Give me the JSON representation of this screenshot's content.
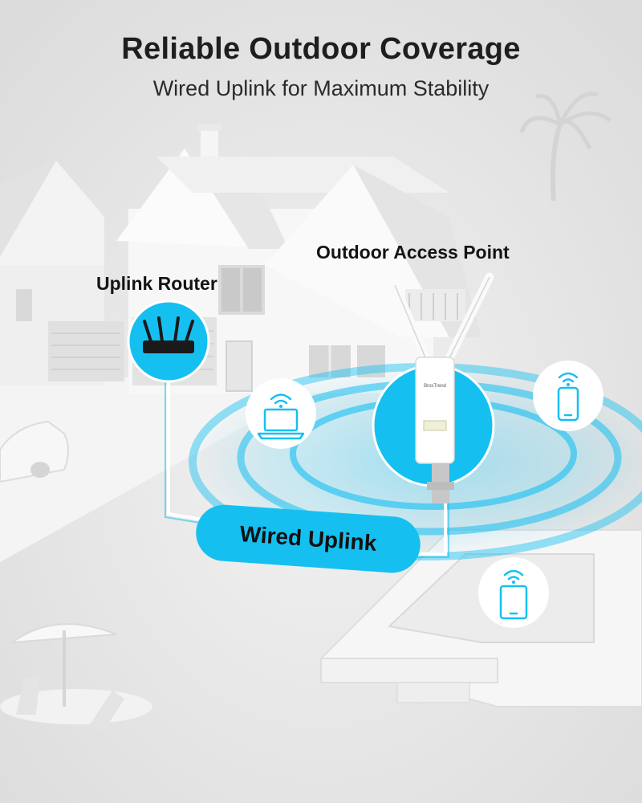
{
  "header": {
    "title": "Reliable Outdoor Coverage",
    "subtitle": "Wired Uplink for Maximum Stability"
  },
  "labels": {
    "router": "Uplink Router",
    "access_point": "Outdoor Access Point",
    "wired_uplink": "Wired Uplink"
  },
  "access_point_device": {
    "brand": "BrosTrend"
  },
  "icons": {
    "router": "router-icon",
    "laptop": "laptop-icon",
    "phone": "smartphone-icon",
    "tablet": "tablet-icon",
    "wifi": "wifi-signal-icon"
  },
  "colors": {
    "accent": "#15c0f1",
    "accent_dark": "#0e9fd4",
    "title": "#1e1e1e",
    "background": "#e9e9e9"
  }
}
